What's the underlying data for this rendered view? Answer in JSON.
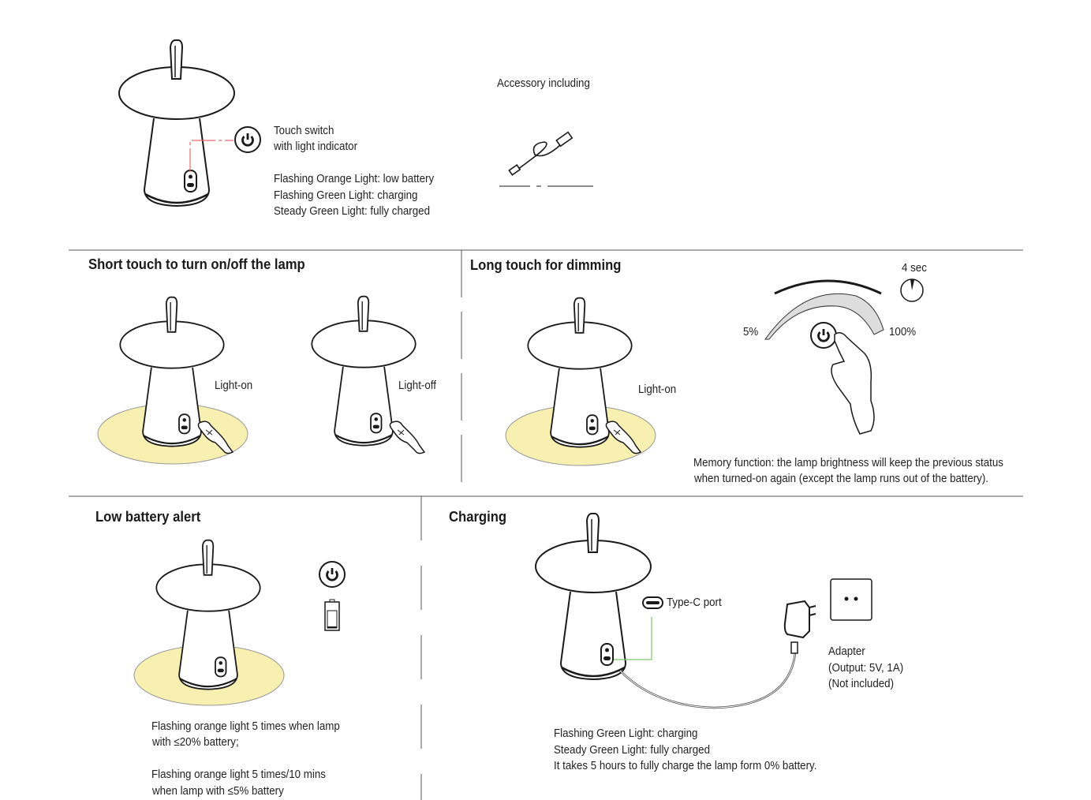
{
  "overview": {
    "touch_switch_line1": "Touch switch",
    "touch_switch_line2": "with light indicator",
    "status_lines": [
      "Flashing Orange Light: low battery",
      "Flashing Green Light: charging",
      "Steady Green Light: fully charged"
    ],
    "accessory_title": "Accessory including"
  },
  "short_touch": {
    "title": "Short touch to turn on/off the lamp",
    "label_on": "Light-on",
    "label_off": "Light-off"
  },
  "long_touch": {
    "title": "Long touch for dimming",
    "label_on": "Light-on",
    "duration": "4 sec",
    "min_label": "5%",
    "max_label": "100%",
    "memory_lines": [
      "Memory function: the lamp brightness will keep the previous status",
      "when turned-on again (except the lamp runs out of the battery)."
    ]
  },
  "low_battery": {
    "title": "Low battery alert",
    "lines": [
      "Flashing orange light 5 times when lamp",
      "with ≤20% battery;",
      "Flashing orange light 5 times/10 mins",
      "when lamp with ≤5% battery"
    ]
  },
  "charging": {
    "title": "Charging",
    "port_label": "Type-C  port",
    "adapter_lines": [
      "Adapter",
      "(Output: 5V, 1A)",
      "(Not included)"
    ],
    "lines": [
      "Flashing Green Light: charging",
      "Steady Green Light: fully charged",
      "It takes 5 hours to fully charge the lamp form 0% battery."
    ]
  },
  "colors": {
    "glow": "#f7f0b0",
    "indicator_line": "#e86a6a",
    "port_line": "#7cc86a",
    "stroke": "#1a1a1a"
  }
}
